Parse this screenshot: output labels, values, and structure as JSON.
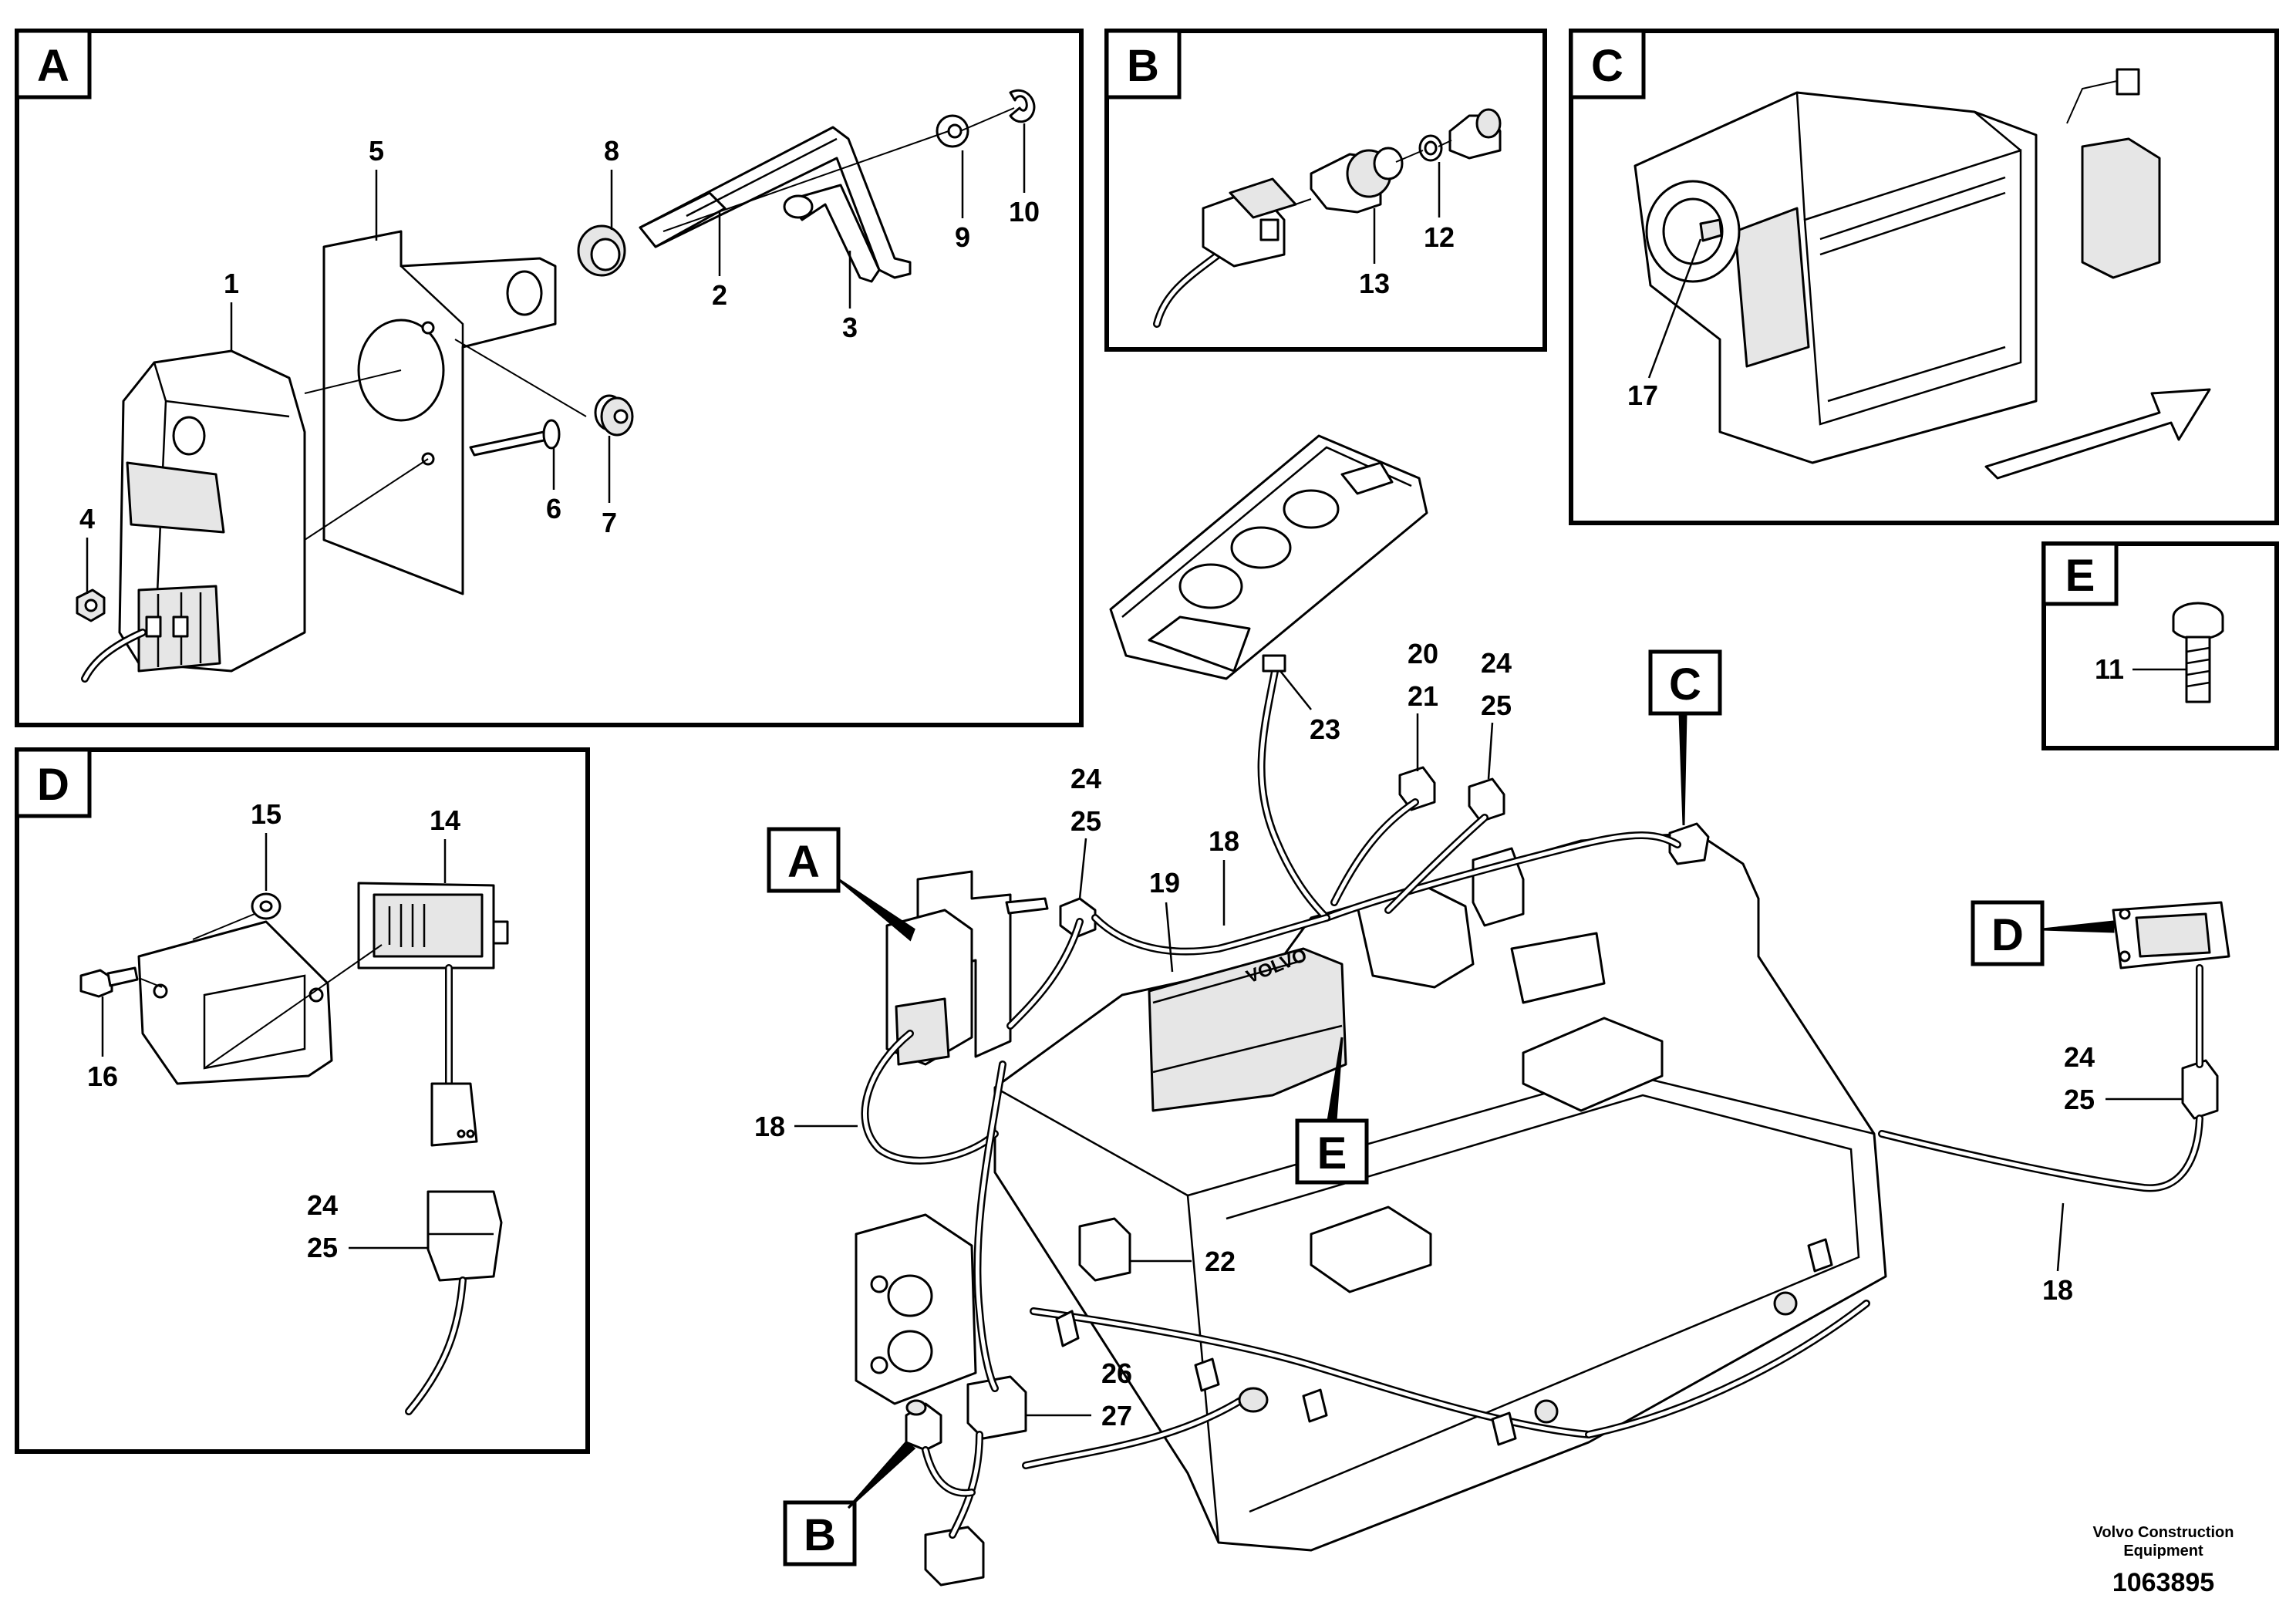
{
  "panels": {
    "A": {
      "tag": "A"
    },
    "B": {
      "tag": "B"
    },
    "C": {
      "tag": "C"
    },
    "D": {
      "tag": "D"
    },
    "E": {
      "tag": "E"
    }
  },
  "callout_tags": {
    "A": "A",
    "B": "B",
    "C": "C",
    "D": "D",
    "E": "E"
  },
  "part_numbers": {
    "p1": "1",
    "p2": "2",
    "p3": "3",
    "p4": "4",
    "p5": "5",
    "p6": "6",
    "p7": "7",
    "p8": "8",
    "p9": "9",
    "p10": "10",
    "p11": "11",
    "p12": "12",
    "p13": "13",
    "p14": "14",
    "p15": "15",
    "p16": "16",
    "p17": "17",
    "p18": "18",
    "p19": "19",
    "p20": "20",
    "p21": "21",
    "p22": "22",
    "p23": "23",
    "p24": "24",
    "p25": "25",
    "p26": "26",
    "p27": "27"
  },
  "footer": {
    "brand_line1": "Volvo Construction",
    "brand_line2": "Equipment",
    "document_number": "1063895"
  },
  "panel_label": {
    "logo": "VOLVO"
  }
}
